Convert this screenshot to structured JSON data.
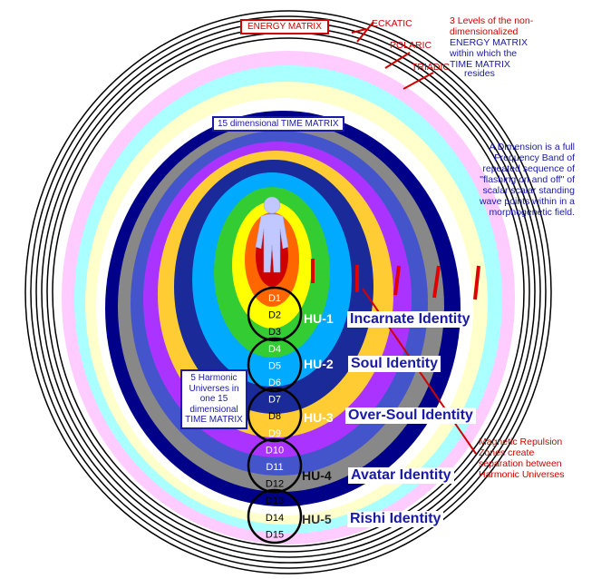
{
  "header": {
    "energy_matrix": "ENERGY MATRIX",
    "eckatic": "ECKATIC",
    "polaric": "POLARIC",
    "triadic": "TRIADIC",
    "levels_note_red": "3 Levels of the non-dimensionalized",
    "levels_note_blue": "ENERGY MATRIX within which the TIME MATRIX",
    "levels_note_resides": "resides"
  },
  "time_matrix_label": "15 dimensional TIME MATRIX",
  "dimension_note": "A Dimension is a full Frequency Band of repeated sequence of \"flashing on and off\" of scalar scalar standing wave points within in a morphogenetic field.",
  "harmonic_box": "5 Harmonic Universes in one 15 dimensional TIME MATRIX",
  "repulsion_note": "Magnetic Repulsion Zones create separation between Harmonic Universes",
  "dimensions": [
    "D1",
    "D2",
    "D3",
    "D4",
    "D5",
    "D6",
    "D7",
    "D8",
    "D9",
    "D10",
    "D11",
    "D12",
    "D13",
    "D14",
    "D15"
  ],
  "harmonic_universes": [
    {
      "hu": "HU-1",
      "identity": "Incarnate Identity"
    },
    {
      "hu": "HU-2",
      "identity": "Soul Identity"
    },
    {
      "hu": "HU-3",
      "identity": "Over-Soul Identity"
    },
    {
      "hu": "HU-4",
      "identity": "Avatar Identity"
    },
    {
      "hu": "HU-5",
      "identity": "Rishi Identity"
    }
  ],
  "colors": {
    "red": "#d00000",
    "blue": "#1a1aa8",
    "bands": [
      "#cc0000",
      "#ff6600",
      "#ffcc00",
      "#ffff00",
      "#33cc33",
      "#00aaff",
      "#1a2a99",
      "#ffcc33",
      "#aa33ff",
      "#4455cc",
      "#888888",
      "#000088",
      "#ffffff",
      "#ffffcc",
      "#ffccff"
    ]
  }
}
